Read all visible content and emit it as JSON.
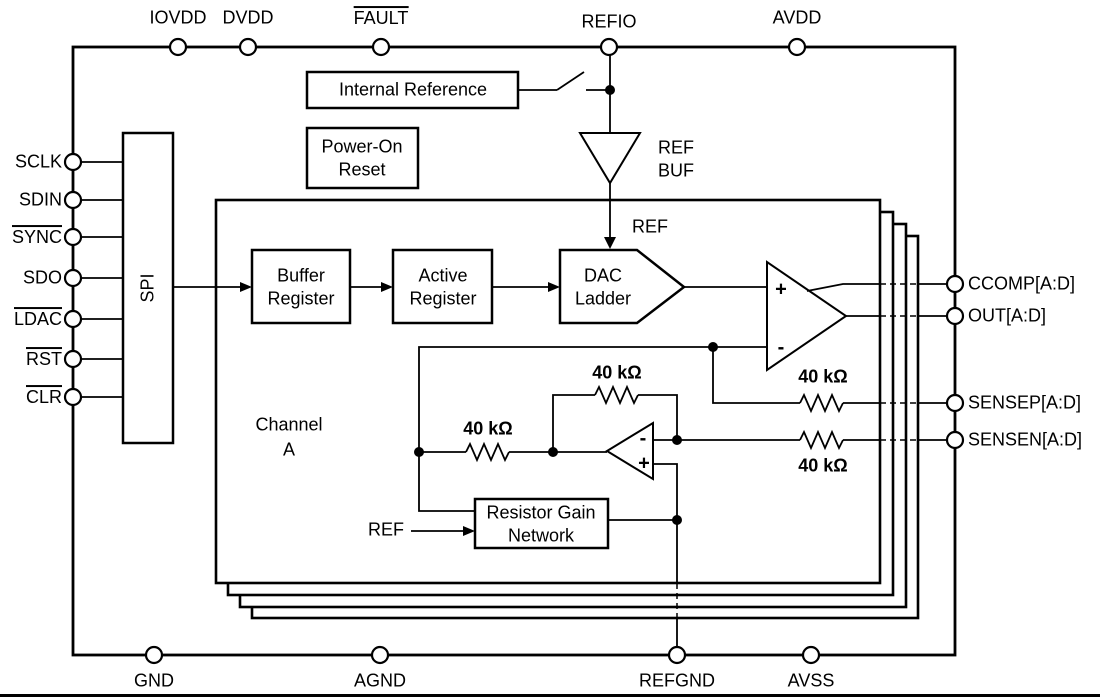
{
  "pins": {
    "top": [
      {
        "label": "IOVDD",
        "overline": false
      },
      {
        "label": "DVDD",
        "overline": false
      },
      {
        "label": "FAULT",
        "overline": true
      },
      {
        "label": "REFIO",
        "overline": false
      },
      {
        "label": "AVDD",
        "overline": false
      }
    ],
    "left": [
      {
        "label": "SCLK",
        "overline": false
      },
      {
        "label": "SDIN",
        "overline": false
      },
      {
        "label": "SYNC",
        "overline": true
      },
      {
        "label": "SDO",
        "overline": false
      },
      {
        "label": "LDAC",
        "overline": true
      },
      {
        "label": "RST",
        "overline": true
      },
      {
        "label": "CLR",
        "overline": true
      }
    ],
    "right": [
      {
        "label": "CCOMP[A:D]"
      },
      {
        "label": "OUT[A:D]"
      },
      {
        "label": "SENSEP[A:D]"
      },
      {
        "label": "SENSEN[A:D]"
      }
    ],
    "bottom": [
      {
        "label": "GND"
      },
      {
        "label": "AGND"
      },
      {
        "label": "REFGND"
      },
      {
        "label": "AVSS"
      }
    ]
  },
  "blocks": {
    "internal_reference": {
      "label": "Internal Reference"
    },
    "power_on_reset": {
      "line1": "Power-On",
      "line2": "Reset"
    },
    "spi": {
      "label": "SPI"
    },
    "buffer_register": {
      "line1": "Buffer",
      "line2": "Register"
    },
    "active_register": {
      "line1": "Active",
      "line2": "Register"
    },
    "dac_ladder": {
      "line1": "DAC",
      "line2": "Ladder"
    },
    "resistor_gain_network": {
      "line1": "Resistor Gain",
      "line2": "Network"
    }
  },
  "amplifiers": {
    "ref_buf": {
      "line1": "REF",
      "line2": "BUF"
    },
    "output_amp": {
      "plus": "+",
      "minus": "-"
    },
    "sense_amp": {
      "plus": "+",
      "minus": "-"
    }
  },
  "labels": {
    "ref_to_dac": "REF",
    "ref_to_rgn": "REF",
    "channel_line1": "Channel",
    "channel_line2": "A",
    "resistor_feedback_left": "40 kΩ",
    "resistor_feedback_top": "40 kΩ",
    "resistor_sensep": "40 kΩ",
    "resistor_sensen": "40 kΩ"
  },
  "colors": {
    "line": "#000000",
    "background": "#ffffff",
    "text": "#000000"
  }
}
